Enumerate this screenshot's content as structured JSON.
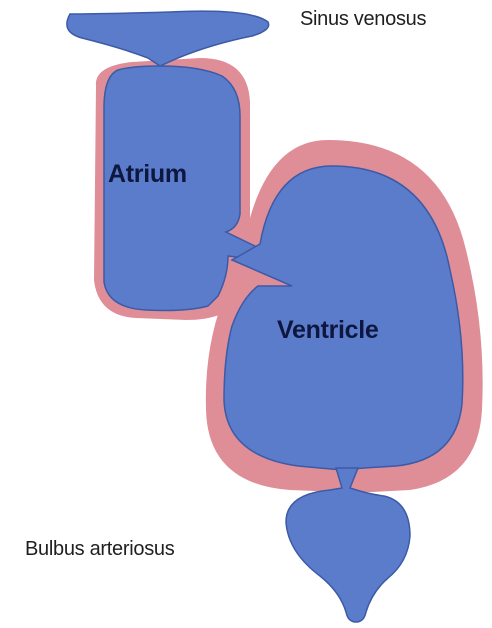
{
  "diagram": {
    "colors": {
      "chamber_fill": "#5b7ccb",
      "chamber_outline": "#3c5aa6",
      "wall_fill": "#df8e98",
      "background": "#ffffff"
    },
    "labels": {
      "sinus_venosus": "Sinus venosus",
      "atrium": "Atrium",
      "ventricle": "Ventricle",
      "bulbus_arteriosus": "Bulbus arteriosus"
    }
  }
}
